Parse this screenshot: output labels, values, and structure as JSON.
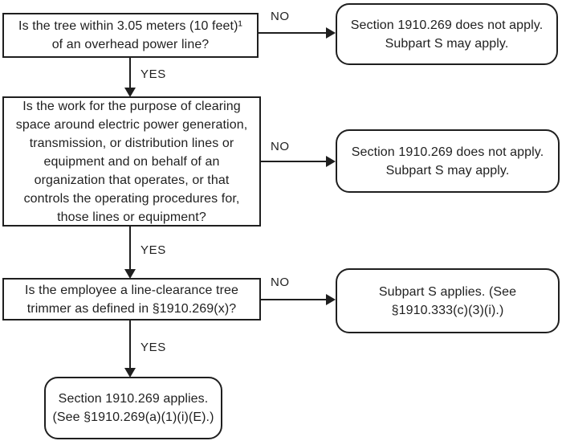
{
  "diagram": {
    "type": "flowchart",
    "labels": {
      "yes": "YES",
      "no": "NO"
    },
    "colors": {
      "ink": "#1f1f1f",
      "background": "#ffffff"
    },
    "nodes": {
      "q1": {
        "shape": "rectangle",
        "lines": [
          "Is the tree within 3.05 meters (10 feet)¹",
          "of an overhead power line?"
        ]
      },
      "a1": {
        "shape": "rounded",
        "lines": [
          "Section 1910.269 does not apply.",
          "Subpart S may apply."
        ]
      },
      "q2": {
        "shape": "rectangle",
        "lines": [
          "Is the work for the purpose of clearing",
          "space around electric power generation,",
          "transmission, or distribution lines or",
          "equipment and on behalf of an",
          "organization that operates, or that",
          "controls the operating procedures for,",
          "those lines or equipment?"
        ]
      },
      "a2": {
        "shape": "rounded",
        "lines": [
          "Section 1910.269 does not apply.",
          "Subpart S may apply."
        ]
      },
      "q3": {
        "shape": "rectangle",
        "lines": [
          "Is the employee a line-clearance tree",
          "trimmer as defined in §1910.269(x)?"
        ]
      },
      "a3": {
        "shape": "rounded",
        "lines": [
          "Subpart S applies. (See",
          "§1910.333(c)(3)(i).)"
        ]
      },
      "final": {
        "shape": "rounded",
        "lines": [
          "Section 1910.269 applies.",
          "(See §1910.269(a)(1)(i)(E).)"
        ]
      }
    }
  }
}
